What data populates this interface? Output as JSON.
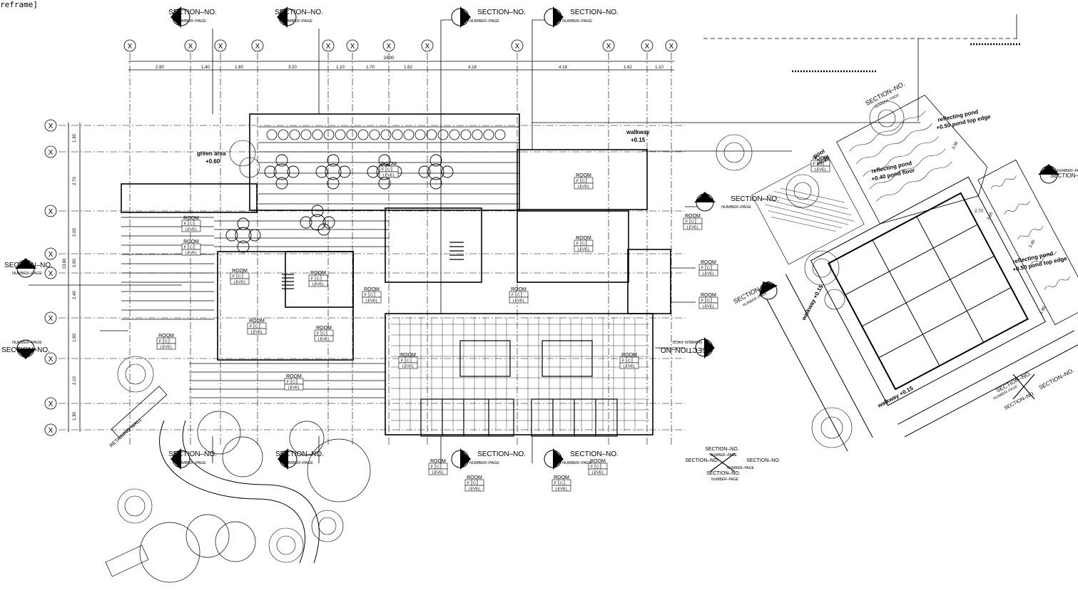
{
  "viewport": {
    "label": "reframe]"
  },
  "grid": {
    "x_bubble": "X",
    "overall_dim": "24.00",
    "top_dims": [
      "2.80",
      "1.40",
      "1.60",
      "3.20",
      "1.10",
      "1.70",
      "1.62",
      "4.18",
      "4.18",
      "1.62",
      "1.10"
    ],
    "left_dims": [
      "1.30",
      "2.70",
      "2.00",
      "0.90",
      "2.40",
      "1.90",
      "2.10",
      "1.30"
    ],
    "left_total": "13.60",
    "wing_dims": [
      "3.56",
      "2.70",
      "3.65",
      "3.40",
      "1.80"
    ]
  },
  "section_markers": [
    {
      "title": "SECTION–NO.",
      "page": "NUMBER–PAGE"
    },
    {
      "title": "SECTION–NO.",
      "page": "NUMBER–PAGE"
    },
    {
      "title": "SECTION–NO.",
      "page": "NUMBER–PAGE"
    },
    {
      "title": "SECTION–NO.",
      "page": "NUMBER–PAGE"
    },
    {
      "title": "SECTION–NO.",
      "page": "NUMBER–PAGE"
    },
    {
      "title": "SECTION–NO.",
      "page": "NUMBER–PAGE"
    },
    {
      "title": "SECTION–NO.",
      "page": "NUMBER–PAGE"
    },
    {
      "title": "SECTION–NO.",
      "page": "NUMBER–PAGE"
    },
    {
      "title": "SECTION–NO.",
      "page": "NUMBER–PAGE"
    },
    {
      "title": "SECTION–NO.",
      "page": "NUMBER–PAGE"
    },
    {
      "title": "SECTION–NO.",
      "page": "NUMBER–PAGE"
    },
    {
      "title": "SECTION–NO.",
      "page": "NUMBER–PAGE"
    },
    {
      "title": "SECTION–NO.",
      "page": "NUMBER–PAGE"
    },
    {
      "title": "SECTION–NO.",
      "page": "NUMBER–PAGE"
    },
    {
      "title": "SECTION–NO.",
      "page": "NUMBER–PAGE"
    },
    {
      "title": "SECTION–NO.",
      "page": "NUMBER–PAGE"
    },
    {
      "title": "SECTION–NO.",
      "page": "NUMBER–PAGE"
    }
  ],
  "room_tags": {
    "name": "ROOM",
    "f": "F",
    "c": "C",
    "level": "LEVEL",
    "count": 24
  },
  "annotations": {
    "green_area": "green area",
    "green_level": "+0.60",
    "walkway": "walkway",
    "walkway_level": "+0.15",
    "reflect_1": "reflecting pond",
    "reflect_1_level": "+0.50 pond top edge",
    "reflect_2": "reflecting pond",
    "reflect_2_level": "+0.40 pond floor",
    "reflect_3": "reflecting pond",
    "reflect_3_level": "+0.50 pond top edge",
    "pool": "pool",
    "pool_level": "+0.20",
    "walkway2": "walkway +0.15",
    "walkway3": "walkway +0.15",
    "retaining": "RETAINING WALL"
  }
}
